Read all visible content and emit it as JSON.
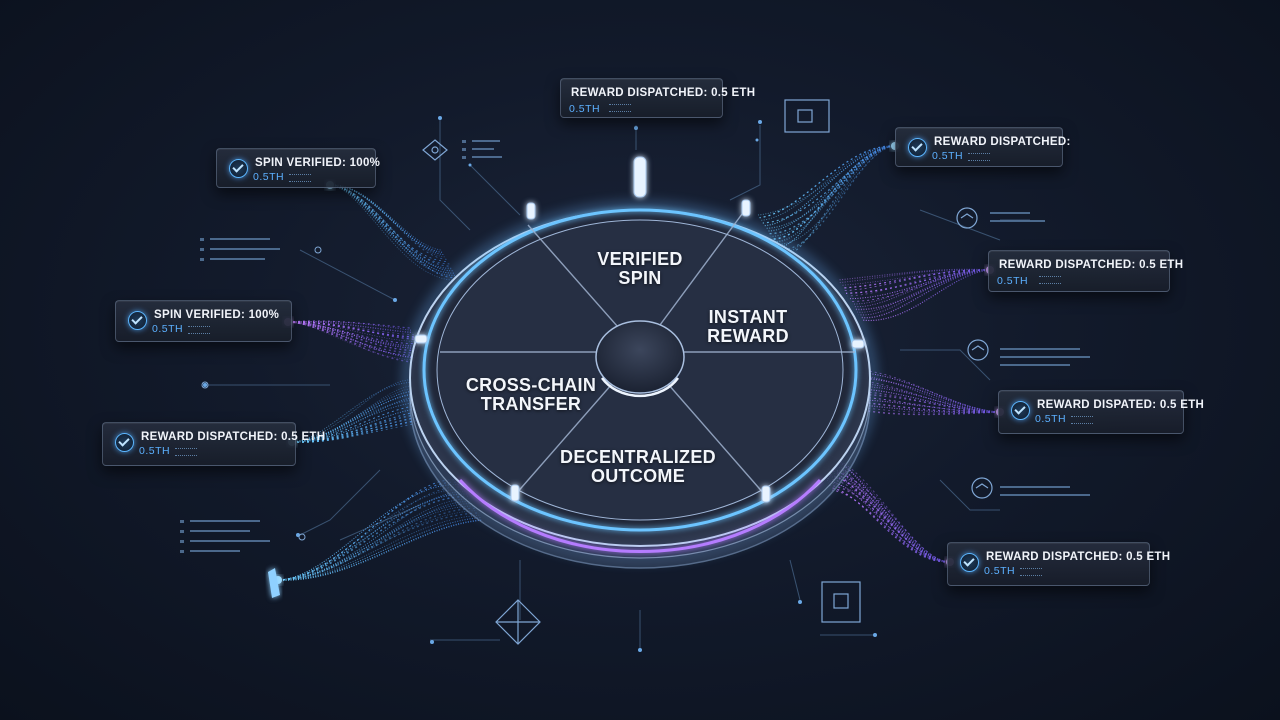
{
  "wheel": {
    "segments": [
      {
        "line1": "VERIFIED",
        "line2": "SPIN"
      },
      {
        "line1": "INSTANT",
        "line2": "REWARD"
      },
      {
        "line1": "CROSS-CHAIN",
        "line2": "TRANSFER"
      },
      {
        "line1": "DECENTRALIZED",
        "line2": "OUTCOME"
      }
    ]
  },
  "cards": [
    {
      "label": "REWARD DISPATCHED: 0.5 ETH",
      "amount": "0.5TH",
      "check": false
    },
    {
      "label": "SPIN VERIFIED: 100%",
      "amount": "0.5TH",
      "check": true
    },
    {
      "label": "SPIN VERIFIED: 100%",
      "amount": "0.5TH",
      "check": true
    },
    {
      "label": "REWARD DISPATCHED: 0.5 ETH",
      "amount": "0.5TH",
      "check": true
    },
    {
      "label": "REWARD DISPATCHED:",
      "amount": "0.5TH",
      "check": true
    },
    {
      "label": "REWARD DISPATCHED: 0.5 ETH",
      "amount": "0.5TH",
      "check": false
    },
    {
      "label": "REWARD DISPATED: 0.5 ETH",
      "amount": "0.5TH",
      "check": true
    },
    {
      "label": "REWARD DISPATCHED: 0.5 ETH",
      "amount": "0.5TH",
      "check": true
    }
  ],
  "colors": {
    "background": "#121a2b",
    "blue_glow": "#4fb4ff",
    "purple_glow": "#a45cff",
    "card_text": "#f1f4fa",
    "amount_text": "#5cb0ff"
  },
  "icons": [
    "check-icon",
    "diamond-node-icon",
    "square-chip-icon",
    "eye-node-icon"
  ]
}
